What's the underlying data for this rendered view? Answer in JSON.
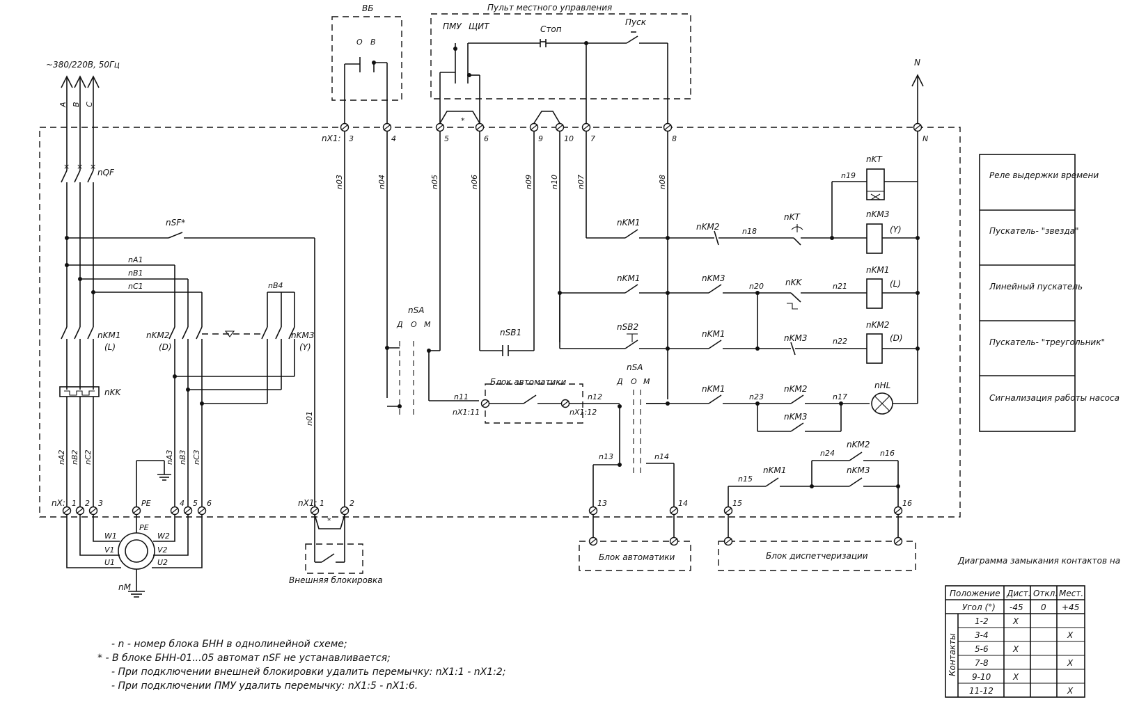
{
  "supply": {
    "label": "~380/220В, 50Гц",
    "phases": [
      "A",
      "B",
      "C"
    ]
  },
  "neutral": "N",
  "blocks": {
    "vb": "ВБ",
    "vb_o": "О",
    "vb_v": "В",
    "pult": "Пульт местного управления",
    "pmu": "ПМУ",
    "shit": "ЩИТ",
    "stop": "Стоп",
    "pusk": "Пуск",
    "avtomatiki_inner": "Блок автоматики",
    "avtomatiki_bottom": "Блок автоматики",
    "dispatch": "Блок диспетчеризации",
    "ext_block": "Внешняя блокировка"
  },
  "components": {
    "nQF": "nQF",
    "nSF": "nSF*",
    "nA1": "nA1",
    "nB1": "nB1",
    "nC1": "nC1",
    "nB4": "nB4",
    "nKM1": "nKM1",
    "nKM1_sub": "(L)",
    "nKM2": "nKM2",
    "nKM2_sub": "(D)",
    "nKM3": "nKM3",
    "nKM3_sub": "(Y)",
    "nKK": "nKK",
    "nM": "nM",
    "PE": "PE",
    "nA2": "nA2",
    "nB2": "nB2",
    "nC2": "nC2",
    "nA3": "nA3",
    "nB3": "nB3",
    "nC3": "nC3",
    "W1": "W1",
    "V1": "V1",
    "U1": "U1",
    "W2": "W2",
    "V2": "V2",
    "U2": "U2",
    "nSA": "nSA",
    "sa_d": "Д",
    "sa_o": "О",
    "sa_m": "М",
    "nSB1": "nSB1",
    "nSB2": "nSB2",
    "nKT": "nKT",
    "nHL": "nHL",
    "wires_top": [
      "n03",
      "n04",
      "n05",
      "n06",
      "n09",
      "n10",
      "n07",
      "n08"
    ],
    "n01": "n01",
    "n11": "n11",
    "n12": "n12",
    "n13": "n13",
    "n14": "n14",
    "n15": "n15",
    "n16": "n16",
    "n17": "n17",
    "n18": "n18",
    "n19": "n19",
    "n20": "n20",
    "n21": "n21",
    "n22": "n22",
    "n23": "n23",
    "n24": "n24",
    "L": "(L)",
    "D": "(D)",
    "Y": "(Y)",
    "star": "*"
  },
  "terminals": {
    "nX1_top_label": "nX1:",
    "nX1_top": [
      "3",
      "4",
      "5",
      "6",
      "9",
      "10",
      "7",
      "8"
    ],
    "nX_bottom_label": "nX:",
    "nX_bottom": [
      "1",
      "2",
      "3",
      "PE",
      "4",
      "5",
      "6"
    ],
    "nX1_bottom_label": "nX1:",
    "nX1_bottom": [
      "1",
      "2"
    ],
    "nX1_11": "nX1:11",
    "nX1_12": "nX1:12",
    "right": [
      "13",
      "14",
      "15",
      "16"
    ]
  },
  "legend": [
    "Реле выдержки времени",
    "Пускатель- \"звезда\"",
    "Линейный пускатель",
    "Пускатель- \"треугольник\"",
    "Сигнализация работы насоса"
  ],
  "notes": [
    "- n - номер блока БНН в однолинейной схеме;",
    "* - В блоке БНН-01...05 автомат nSF не устанавливается;",
    "- При подключении внешней блокировки удалить перемычку: nX1:1 - nX1:2;",
    "- При подключении ПМУ удалить перемычку: nX1:5 - nX1:6."
  ],
  "contact_table": {
    "title": "Диаграмма замыкания контактов на переключателе",
    "header": [
      "Положение",
      "Дист.",
      "Откл.",
      "Мест."
    ],
    "angle_row": [
      "Угол (°)",
      "-45",
      "0",
      "+45"
    ],
    "side_label": "Контакты",
    "rows": [
      {
        "contacts": "1-2",
        "dist": "X",
        "otkl": "",
        "mest": ""
      },
      {
        "contacts": "3-4",
        "dist": "",
        "otkl": "",
        "mest": "X"
      },
      {
        "contacts": "5-6",
        "dist": "X",
        "otkl": "",
        "mest": ""
      },
      {
        "contacts": "7-8",
        "dist": "",
        "otkl": "",
        "mest": "X"
      },
      {
        "contacts": "9-10",
        "dist": "X",
        "otkl": "",
        "mest": ""
      },
      {
        "contacts": "11-12",
        "dist": "",
        "otkl": "",
        "mest": "X"
      }
    ]
  }
}
